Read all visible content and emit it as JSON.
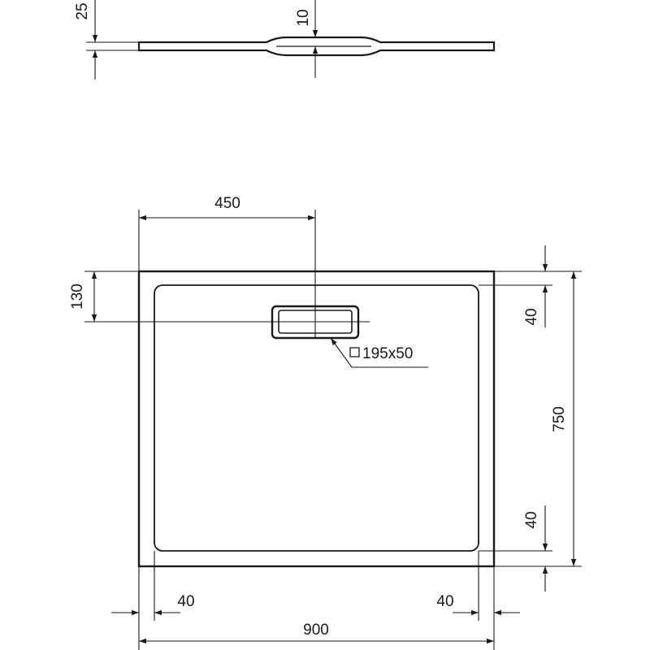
{
  "dimensions": {
    "tray_thickness": "25",
    "drain_depth": "10",
    "center_offset": "450",
    "drain_offset": "130",
    "edge_top": "40",
    "edge_bottom": "40",
    "edge_left": "40",
    "edge_right": "40",
    "tray_depth": "750",
    "tray_width": "900",
    "drain_size": "195x50"
  }
}
